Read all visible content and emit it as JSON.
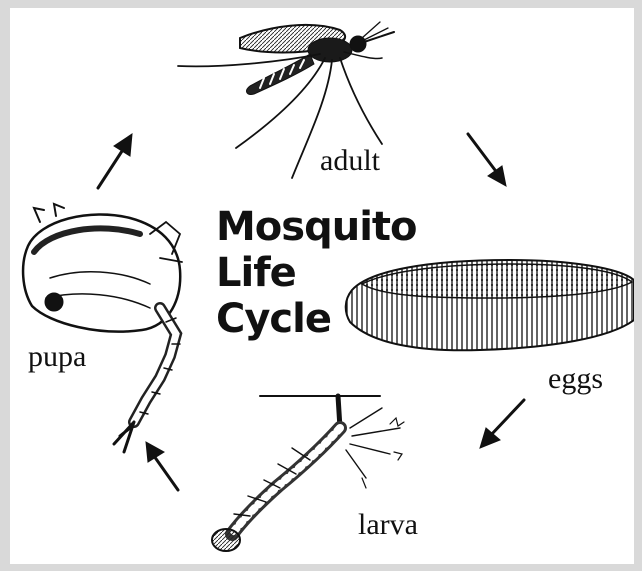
{
  "title": {
    "line1": "Mosquito",
    "line2": "Life",
    "line3": "Cycle"
  },
  "stages": {
    "adult": "adult",
    "eggs": "eggs",
    "larva": "larva",
    "pupa": "pupa"
  },
  "colors": {
    "ink": "#111111",
    "background": "#ffffff",
    "border": "#d9d9d9"
  },
  "cycle_order": [
    "adult",
    "eggs",
    "larva",
    "pupa"
  ]
}
